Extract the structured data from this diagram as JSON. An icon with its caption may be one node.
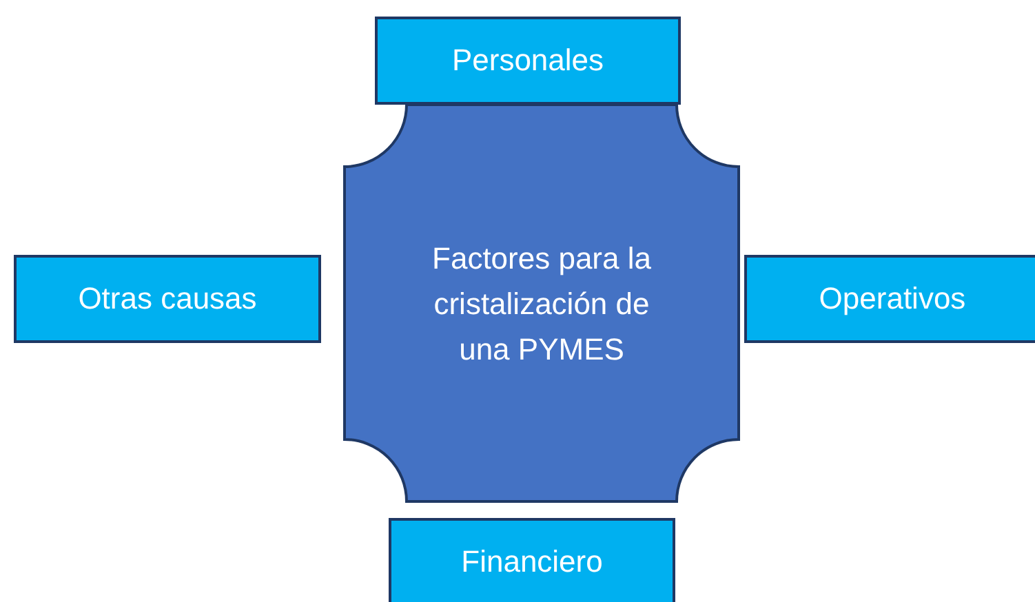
{
  "diagram": {
    "nodes": [
      {
        "text": [
          "Personales"
        ]
      },
      {
        "text": [
          "Otras causas"
        ]
      },
      {
        "text": [
          "Factores para la cristalización de una PYMES"
        ]
      },
      {
        "text": [
          "Operativos"
        ]
      },
      {
        "text": [
          "Financiero"
        ]
      }
    ]
  }
}
